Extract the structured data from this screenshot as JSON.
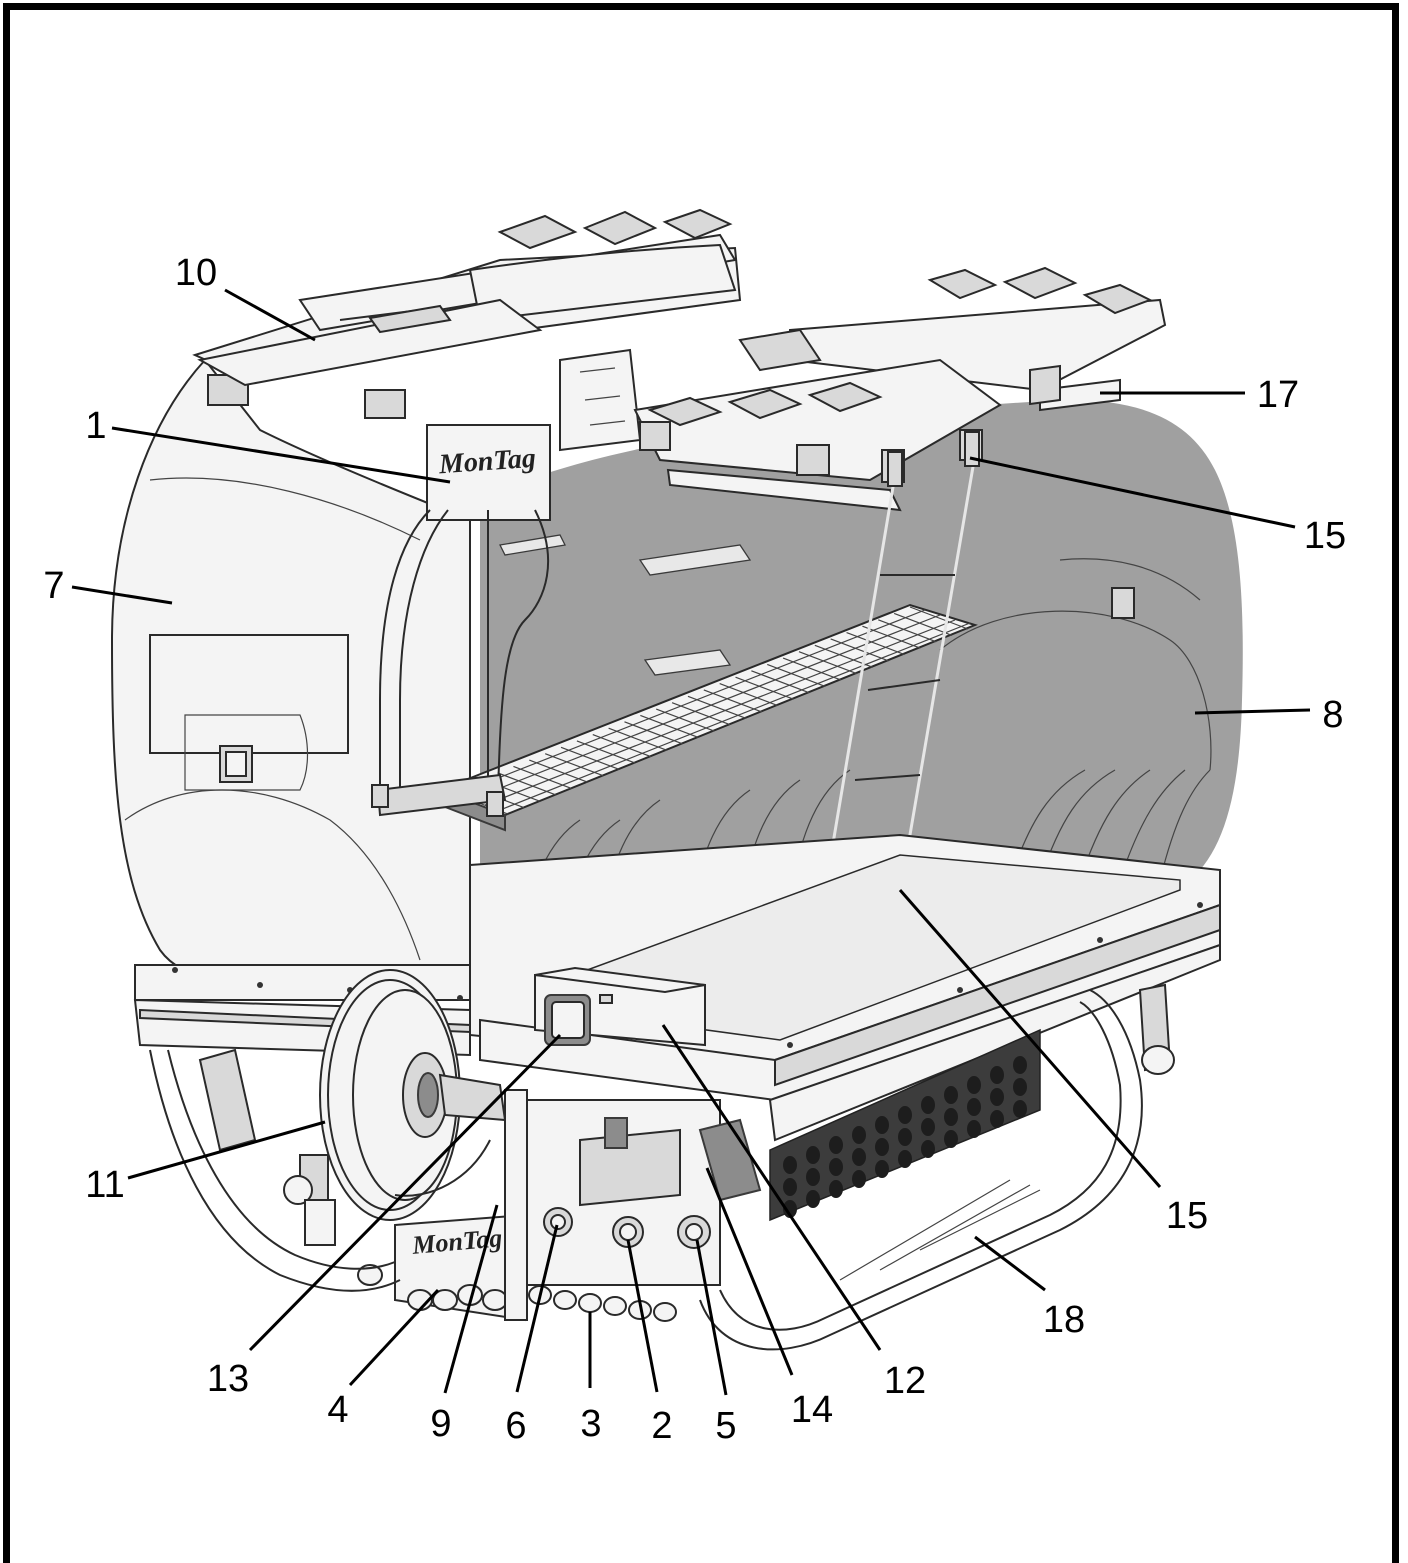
{
  "callouts": {
    "c1": "1",
    "c2": "2",
    "c3": "3",
    "c4": "4",
    "c5": "5",
    "c6": "6",
    "c7": "7",
    "c8": "8",
    "c9": "9",
    "c10": "10",
    "c11": "11",
    "c12": "12",
    "c13": "13",
    "c14": "14",
    "c15a": "15",
    "c15b": "15",
    "c17": "17",
    "c18": "18"
  },
  "brand": {
    "logo_text": "MonTag"
  }
}
